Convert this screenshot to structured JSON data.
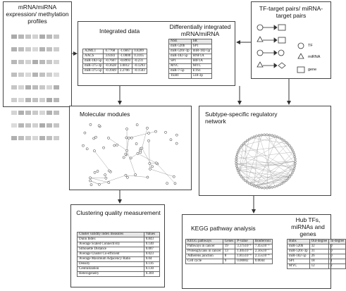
{
  "boxes": {
    "profiles": {
      "title": "mRNA/miRNA expression/ methylation profiles"
    },
    "integrated": {
      "title": "Integrated data",
      "rows": [
        [
          "A2ML1",
          "0.7768",
          "-1.6667",
          "0.8289"
        ],
        [
          "AACS",
          "3.6183",
          "-1.0000",
          "0.3165"
        ],
        [
          "miR-182-5p",
          "-0.7607",
          "-0.8993",
          "-0.231"
        ],
        [
          "miR-375-3p",
          "-0.3628",
          "3.0012",
          "-0.1293"
        ],
        [
          "miR-375-5p",
          "-0.3949",
          "2.2706",
          "-0.1503"
        ]
      ]
    },
    "diff": {
      "title": "Differentially integrated mRNA/miRNA",
      "header": [
        "NSE",
        "SR"
      ],
      "rows": [
        [
          "miR-520b",
          "SP1"
        ],
        [
          "miR-520c-3p",
          "miR-182-5p"
        ],
        [
          "miR-182-5p",
          "HNF1A"
        ],
        [
          "SP1",
          "HIF1A"
        ],
        [
          "MYC",
          "MYC"
        ],
        [
          "miR-7-5p",
          "ETS1"
        ],
        [
          "TERT",
          "518-3p"
        ]
      ]
    },
    "pairs": {
      "title": "TF-target pairs/ miRNA-target pairs",
      "legend": [
        "TF",
        "miRNA",
        "gene"
      ]
    },
    "modules": {
      "title": "Molecular modules"
    },
    "subtype": {
      "title": "Subtype-specific regulatory network"
    },
    "clustering": {
      "title": "Clustering quality measurement",
      "header": [
        "Cluster validity index measures",
        "Values"
      ],
      "rows": [
        [
          "Dunn Index",
          "0.843"
        ],
        [
          "Average Scaled Connectivity",
          "0.140"
        ],
        [
          "Silhouette Distance",
          "0.007"
        ],
        [
          "Average Cluster Co-efficient",
          "0.023"
        ],
        [
          "Average Maximum Adjacency Ratio",
          "0.04"
        ],
        [
          "Density",
          "0.116"
        ],
        [
          "Centralization",
          "0.130"
        ],
        [
          "Heterogeneity",
          "0.369"
        ]
      ]
    },
    "kegg": {
      "title": "KEGG pathway analysis",
      "header": [
        "KEGG pathways",
        "Genes",
        "P-value",
        "Bonferroni"
      ],
      "rows": [
        [
          "Pathways in cancer",
          "19",
          "3.37x10⁻¹",
          "7.45x10⁻⁵"
        ],
        [
          "Proteoglycans in cancer",
          "13",
          "1.40x10⁻⁹",
          "2.56x10⁻⁷"
        ],
        [
          "Adherens junction",
          "8",
          "1.81x10⁻⁶",
          "2.55x10⁻⁴"
        ],
        [
          "Cell cycle",
          "9",
          "0.00002",
          "0.0044"
        ]
      ]
    },
    "hub": {
      "title": "Hub TFs, miRNAs and genes",
      "header": [
        "Hubs",
        "Out-degree",
        "In-degree"
      ],
      "rows": [
        [
          "miR-520b",
          "32",
          "0"
        ],
        [
          "miR-520c-3p",
          "31",
          "0"
        ],
        [
          "miR-182-5p",
          "26",
          "0"
        ],
        [
          "SP1",
          "18",
          "1"
        ],
        [
          "MYC",
          "12",
          "2"
        ]
      ]
    }
  },
  "colors": {
    "border": "#444444",
    "arrow": "#333333",
    "table_header": "#e6e6e6"
  }
}
